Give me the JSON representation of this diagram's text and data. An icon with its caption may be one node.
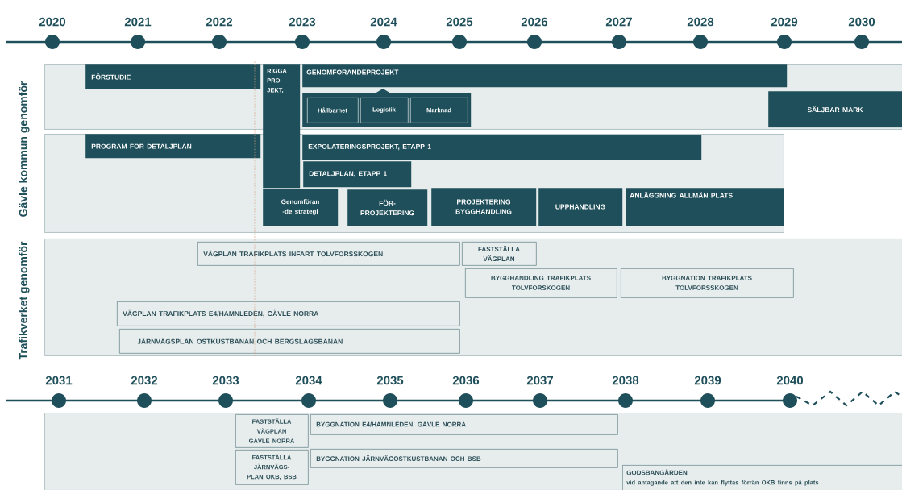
{
  "diagram": {
    "nodes": [
      {
        "text": [],
        "shape": "box"
      },
      {
        "text": [
          "FÖRSTUDIE"
        ],
        "in": 0
      },
      {
        "text": [
          "RIGGA PRO- JEKT,"
        ]
      },
      {
        "text": [
          "GENOMFÖRANDEPROJEKT"
        ],
        "in": 0
      },
      {
        "text": [],
        "shape": "box",
        "in": 0
      },
      {
        "text": [
          "Hållbarhet"
        ],
        "in": 4
      },
      {
        "text": [
          "Logistik"
        ],
        "in": 4
      },
      {
        "text": [
          "Marknad"
        ],
        "in": 4
      },
      {
        "text": [
          "SÄLJBAR MARK"
        ],
        "in": 0
      },
      {
        "text": [],
        "shape": "box"
      },
      {
        "text": [
          "PROGRAM FÖR DETALJPLAN"
        ],
        "in": 9
      },
      {
        "text": [
          "EXPOLATERINGSPROJEKT, ETAPP 1"
        ],
        "in": 9
      },
      {
        "text": [
          "DETALJPLAN, ETAPP 1"
        ],
        "in": 9
      },
      {
        "text": [
          "Genomföran -de strategi"
        ],
        "in": 9
      },
      {
        "text": [
          "FÖR- PROJEKTERING"
        ],
        "in": 9
      },
      {
        "text": [
          "PROJEKTERING BYGGHANDLING"
        ],
        "in": 9
      },
      {
        "text": [
          "UPPHANDLING"
        ],
        "in": 9
      },
      {
        "text": [
          "ANLÄGGNING ALLMÄN PLATS"
        ],
        "in": 9
      },
      {
        "text": [],
        "shape": "box"
      },
      {
        "text": [
          "VÄGPLAN TRAFIKPLATS INFART TOLVFORSSKOGEN"
        ],
        "in": 18
      },
      {
        "text": [
          "FASTSTÄLLA VÄGPLAN"
        ],
        "in": 18
      },
      {
        "text": [
          "BYGGHANDLING TRAFIKPLATS TOLVFORSKOGEN"
        ],
        "in": 18
      },
      {
        "text": [
          "BYGGNATION TRAFIKPLATS TOLVFORSSKOGEN"
        ],
        "in": 18
      },
      {
        "text": [
          "VÄGPLAN TRAFIKPLATS E4/HAMNLEDEN, GÄVLE NORRA"
        ],
        "in": 18
      },
      {
        "text": [
          "JÄRNVÄGSPLAN OSTKUSTBANAN OCH BERGSLAGSBANAN"
        ],
        "in": 18
      },
      {
        "text": [],
        "shape": "box"
      },
      {
        "text": [
          "FASTSTÄLLA VÄGPLAN GÄVLE NORRA"
        ],
        "in": 25
      },
      {
        "text": [
          "BYGGNATION E4/HAMNLEDEN, GÄVLE NORRA"
        ],
        "in": 25
      },
      {
        "text": [
          "FASTSTÄLLA JÄRNVÄGS- PLAN OKB, BSB"
        ],
        "in": 25
      },
      {
        "text": [
          "BYGGNATION JÄRNVÄGOSTKUSTBANAN OCH BSB"
        ],
        "in": 25
      },
      {
        "text": [
          "GODSBANGÅRDEN",
          "vid antagande att den inte kan flyttas förrän OKB finns på plats"
        ],
        "in": 25
      }
    ],
    "labels": [
      "2020",
      "2021",
      "2022",
      "2023",
      "2024",
      "2025",
      "2026",
      "2027",
      "2028",
      "2029",
      "2030",
      "Gävle kommun genomför",
      "Trafikverket genomför",
      "2031",
      "2032",
      "2033",
      "2034",
      "2035",
      "2036",
      "2037",
      "2038",
      "2039",
      "2040"
    ]
  }
}
